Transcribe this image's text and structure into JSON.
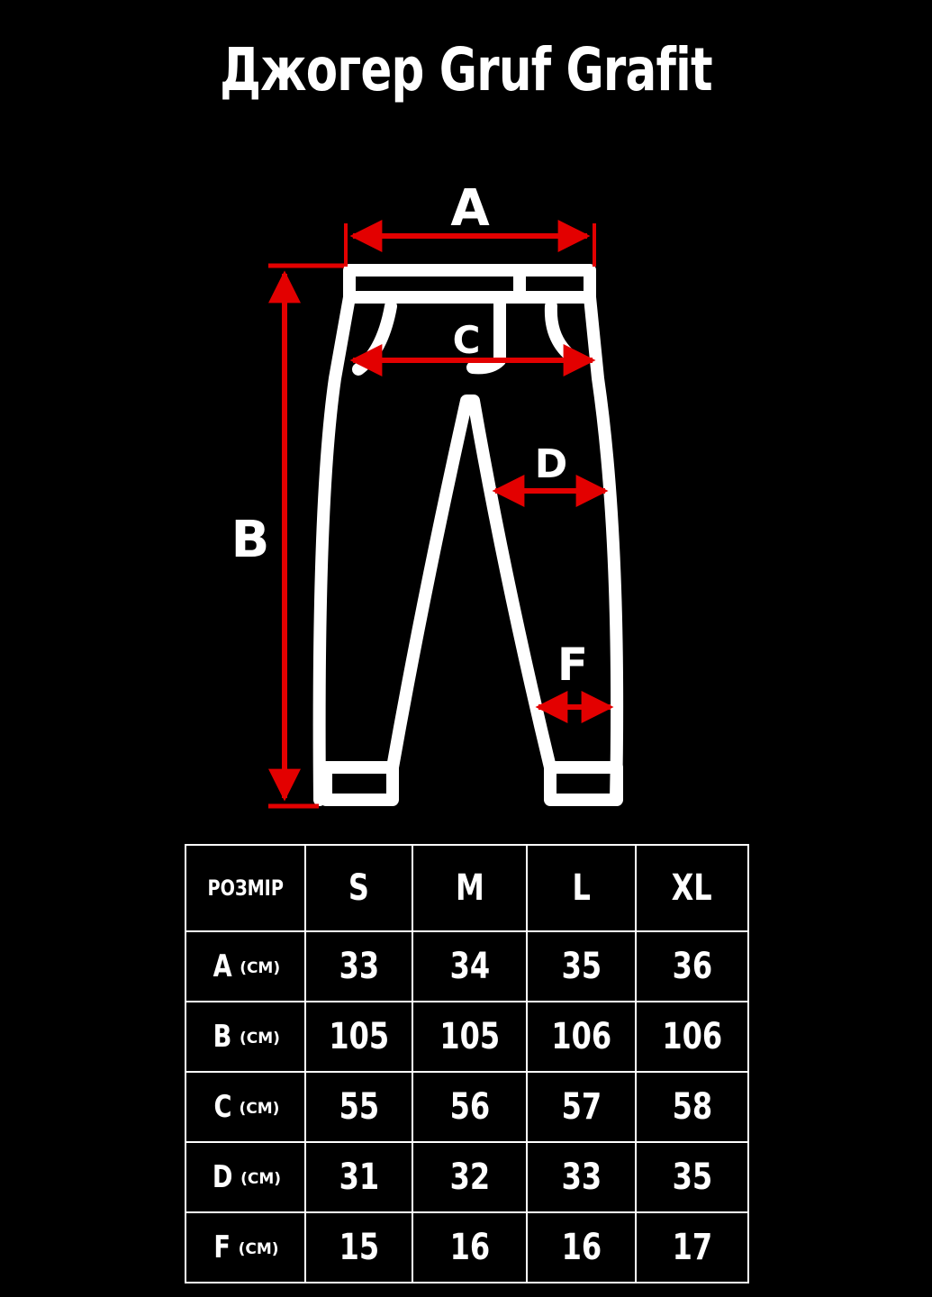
{
  "title": "Джогер Gruf Grafit",
  "diagram": {
    "labels": {
      "a": "A",
      "b": "B",
      "c": "C",
      "d": "D",
      "f": "F"
    },
    "colors": {
      "arrow": "#e30000",
      "outline": "#ffffff",
      "background": "#000000"
    }
  },
  "table": {
    "corner_label": "РОЗМІР",
    "sizes": [
      "S",
      "M",
      "L",
      "XL"
    ],
    "unit": "(СМ)",
    "rows": [
      {
        "label": "A",
        "values": [
          "33",
          "34",
          "35",
          "36"
        ]
      },
      {
        "label": "B",
        "values": [
          "105",
          "105",
          "106",
          "106"
        ]
      },
      {
        "label": "C",
        "values": [
          "55",
          "56",
          "57",
          "58"
        ]
      },
      {
        "label": "D",
        "values": [
          "31",
          "32",
          "33",
          "35"
        ]
      },
      {
        "label": "F",
        "values": [
          "15",
          "16",
          "16",
          "17"
        ]
      }
    ]
  }
}
